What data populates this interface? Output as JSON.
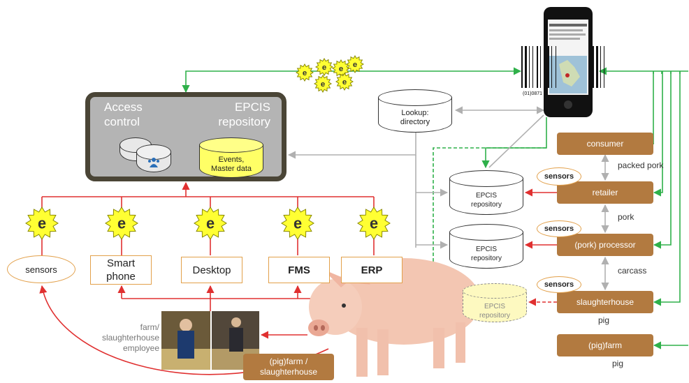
{
  "repository_panel": {
    "access_control": "Access\ncontrol",
    "epcis_repository": "EPCIS\nrepository",
    "events_db": "Events,\nMaster data"
  },
  "lookup": "Lookup:\ndirectory",
  "epcis_small": [
    "EPCIS\nrepository",
    "EPCIS\nrepository",
    "EPCIS\nrepository"
  ],
  "supply_chain": {
    "consumer": "consumer",
    "retailer": "retailer",
    "processor": "(pork) processor",
    "slaughterhouse": "slaughterhouse",
    "farm": "(pig)farm"
  },
  "product_labels": {
    "packed_pork": "packed pork",
    "pork": "pork",
    "carcass": "carcass",
    "pig_1": "pig",
    "pig_2": "pig"
  },
  "sensors_label": "sensors",
  "capture_apps": {
    "sensors": "sensors",
    "smartphone": "Smart\nphone",
    "desktop": "Desktop",
    "fms": "FMS",
    "erp": "ERP"
  },
  "employee_label": "farm/\nslaughterhouse\nemployee",
  "farm_slaughter_box": "(pig)farm /\nslaughterhouse",
  "event_symbol": "e",
  "barcode_text": "(01)0871",
  "colors": {
    "panel_border": "#4a4536",
    "panel_fill": "#b4b4b4",
    "events_db": "#ffff66",
    "supply_box": "#b27a40",
    "sensor_border": "#e2a04a",
    "event_star": "#ffff33",
    "red_arrow": "#e03030",
    "green_arrow": "#2fb04a",
    "grey_arrow": "#b0b0b0"
  }
}
